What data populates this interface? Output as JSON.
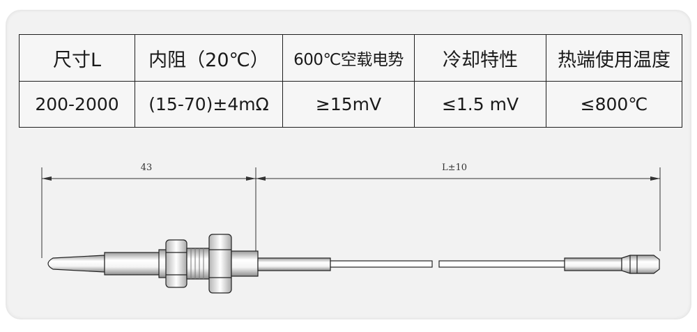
{
  "table": {
    "headers": [
      "尺寸L",
      "内阻（20℃）",
      "600℃空载电势",
      "冷却特性",
      "热端使用温度"
    ],
    "values": [
      "200-2000",
      "(15-70)±4mΩ",
      "≥15mV",
      "≤1.5 mV",
      "≤800℃"
    ]
  },
  "drawing": {
    "dim_left": "43",
    "dim_right": "L±10"
  }
}
